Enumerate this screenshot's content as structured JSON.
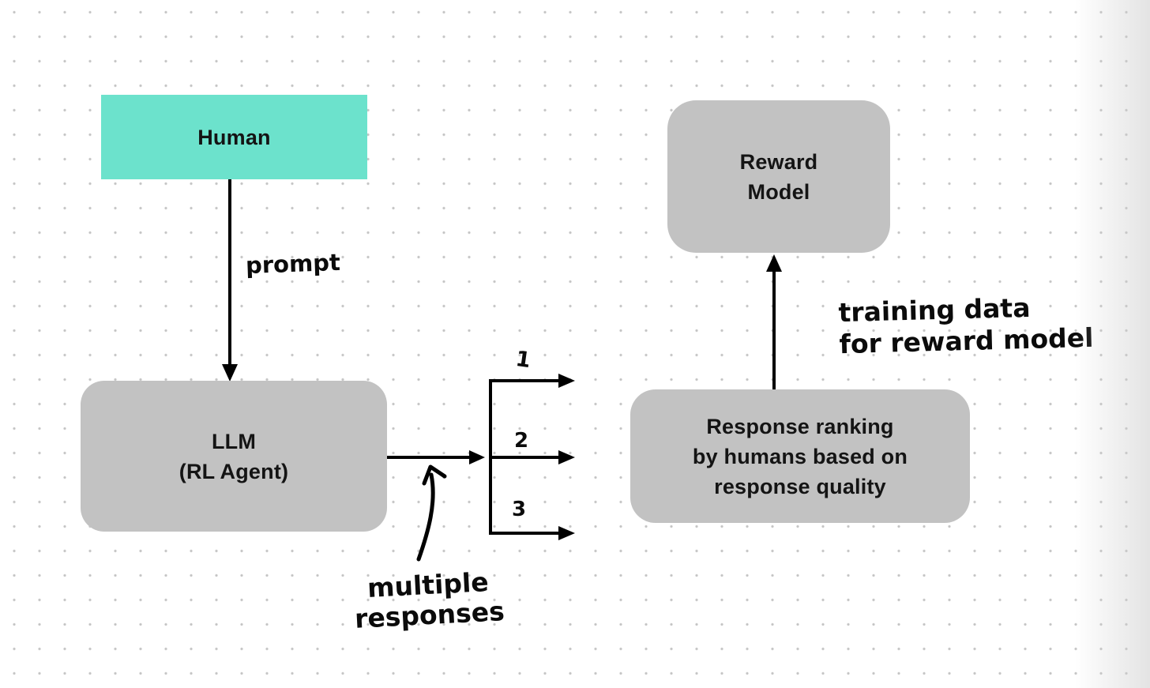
{
  "nodes": {
    "human": {
      "lines": [
        "Human"
      ],
      "fill": "#6ce2cc"
    },
    "llm": {
      "lines": [
        "LLM",
        "(RL Agent)"
      ],
      "fill": "#c2c2c2"
    },
    "reward_model": {
      "lines": [
        "Reward",
        "Model"
      ],
      "fill": "#c2c2c2"
    },
    "response_ranking": {
      "lines": [
        "Response ranking",
        "by humans based on",
        "response quality"
      ],
      "fill": "#c2c2c2"
    }
  },
  "annotations": {
    "prompt": "prompt",
    "branch_labels": [
      "1",
      "2",
      "3"
    ],
    "multiple_responses": [
      "multiple",
      "responses"
    ],
    "training_data": [
      "training data",
      "for reward model"
    ]
  },
  "colors": {
    "accent_teal": "#6ce2cc",
    "node_gray": "#c2c2c2",
    "arrow_black": "#000000",
    "dot_grid_gray": "#c3c3c3"
  }
}
